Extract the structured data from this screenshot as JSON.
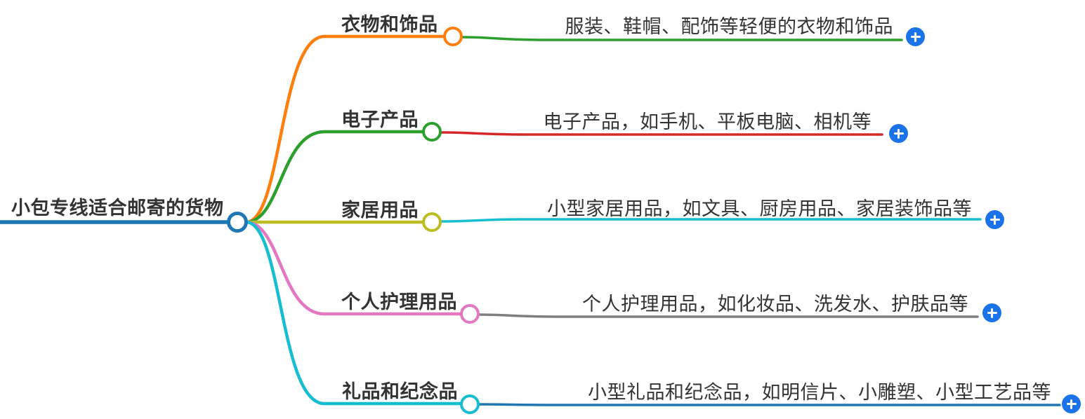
{
  "diagram_type": "mindmap",
  "colors": {
    "root_blue": "#1f77b4",
    "orange": "#ff7f0e",
    "green": "#2ca02c",
    "red": "#d62728",
    "olive": "#bcbd22",
    "pink": "#e377c2",
    "cyan": "#17becf",
    "gray": "#7f7f7f",
    "plus_button_blue": "#1a73e8",
    "text": "#333333",
    "connector_fill": "#ffffff"
  },
  "icons": {
    "add_child_button": "plus-icon",
    "node_connector": "circle-connector-icon"
  },
  "root": {
    "label": "小包专线适合邮寄的货物",
    "color": "#1f77b4"
  },
  "branches": [
    {
      "label": "衣物和饰品",
      "color": "#ff7f0e",
      "child": {
        "label": "服装、鞋帽、配饰等轻便的衣物和饰品",
        "color": "#2ca02c"
      }
    },
    {
      "label": "电子产品",
      "color": "#2ca02c",
      "child": {
        "label": "电子产品，如手机、平板电脑、相机等",
        "color": "#d62728"
      }
    },
    {
      "label": "家居用品",
      "color": "#bcbd22",
      "child": {
        "label": "小型家居用品，如文具、厨房用品、家居装饰品等",
        "color": "#17becf"
      }
    },
    {
      "label": "个人护理用品",
      "color": "#e377c2",
      "child": {
        "label": "个人护理用品，如化妆品、洗发水、护肤品等",
        "color": "#7f7f7f"
      }
    },
    {
      "label": "礼品和纪念品",
      "color": "#17becf",
      "child": {
        "label": "小型礼品和纪念品，如明信片、小雕塑、小型工艺品等",
        "color": "#1f77b4"
      }
    }
  ]
}
